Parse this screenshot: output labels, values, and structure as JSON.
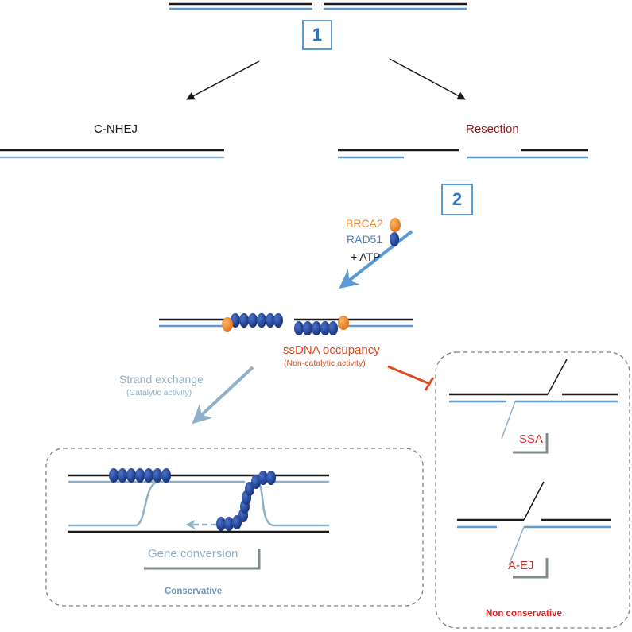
{
  "colors": {
    "black_strand": "#1a1a1a",
    "blue_strand": "#5b9bd5",
    "grey_blue_strand": "#8fb0c9",
    "arrow_blue": "#5b9bd5",
    "arrow_grey": "#8fb0c9",
    "rad51": "#1f3f8f",
    "brca2": "#f08a2a",
    "inhibit_red": "#e04b1f",
    "dashed_box": "#7f7f7f",
    "resection_label": "#8b1a1a",
    "ssa_label": "#e03030",
    "gene_conversion": "#8fb0c9",
    "conservative": "#6f95b8",
    "non_conservative": "#e02020"
  },
  "steps": {
    "step1": "1",
    "step2": "2"
  },
  "labels": {
    "c_nhej": "C-NHEJ",
    "resection": "Resection",
    "brca2": "BRCA2",
    "rad51": "RAD51",
    "atp": "+ ATP",
    "ssdna_occupancy": "ssDNA occupancy",
    "non_catalytic": "(Non-catalytic activity)",
    "strand_exchange": "Strand exchange",
    "catalytic": "(Catalytic activity)",
    "gene_conversion": "Gene conversion",
    "conservative": "Conservative",
    "ssa": "SSA",
    "a_ej": "A-EJ",
    "non_conservative": "Non conservative"
  }
}
